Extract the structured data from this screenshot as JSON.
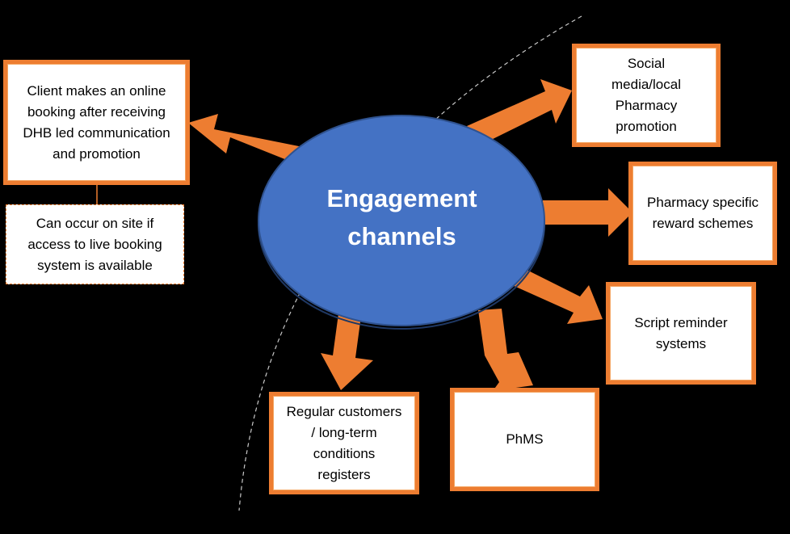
{
  "center": {
    "label": "Engagement channels",
    "fill_color": "#4472c4"
  },
  "accent_color": "#ed7d31",
  "boxes": {
    "client_booking": "Client makes an online booking after receiving DHB led communication and promotion",
    "onsite_booking": "Can occur on site if access to live booking system is available",
    "social_media": "Social media/local Pharmacy promotion",
    "reward_schemes": "Pharmacy specific reward schemes",
    "script_reminder": "Script reminder systems",
    "phms": "PhMS",
    "regular_customers": "Regular customers / long-term conditions registers"
  }
}
